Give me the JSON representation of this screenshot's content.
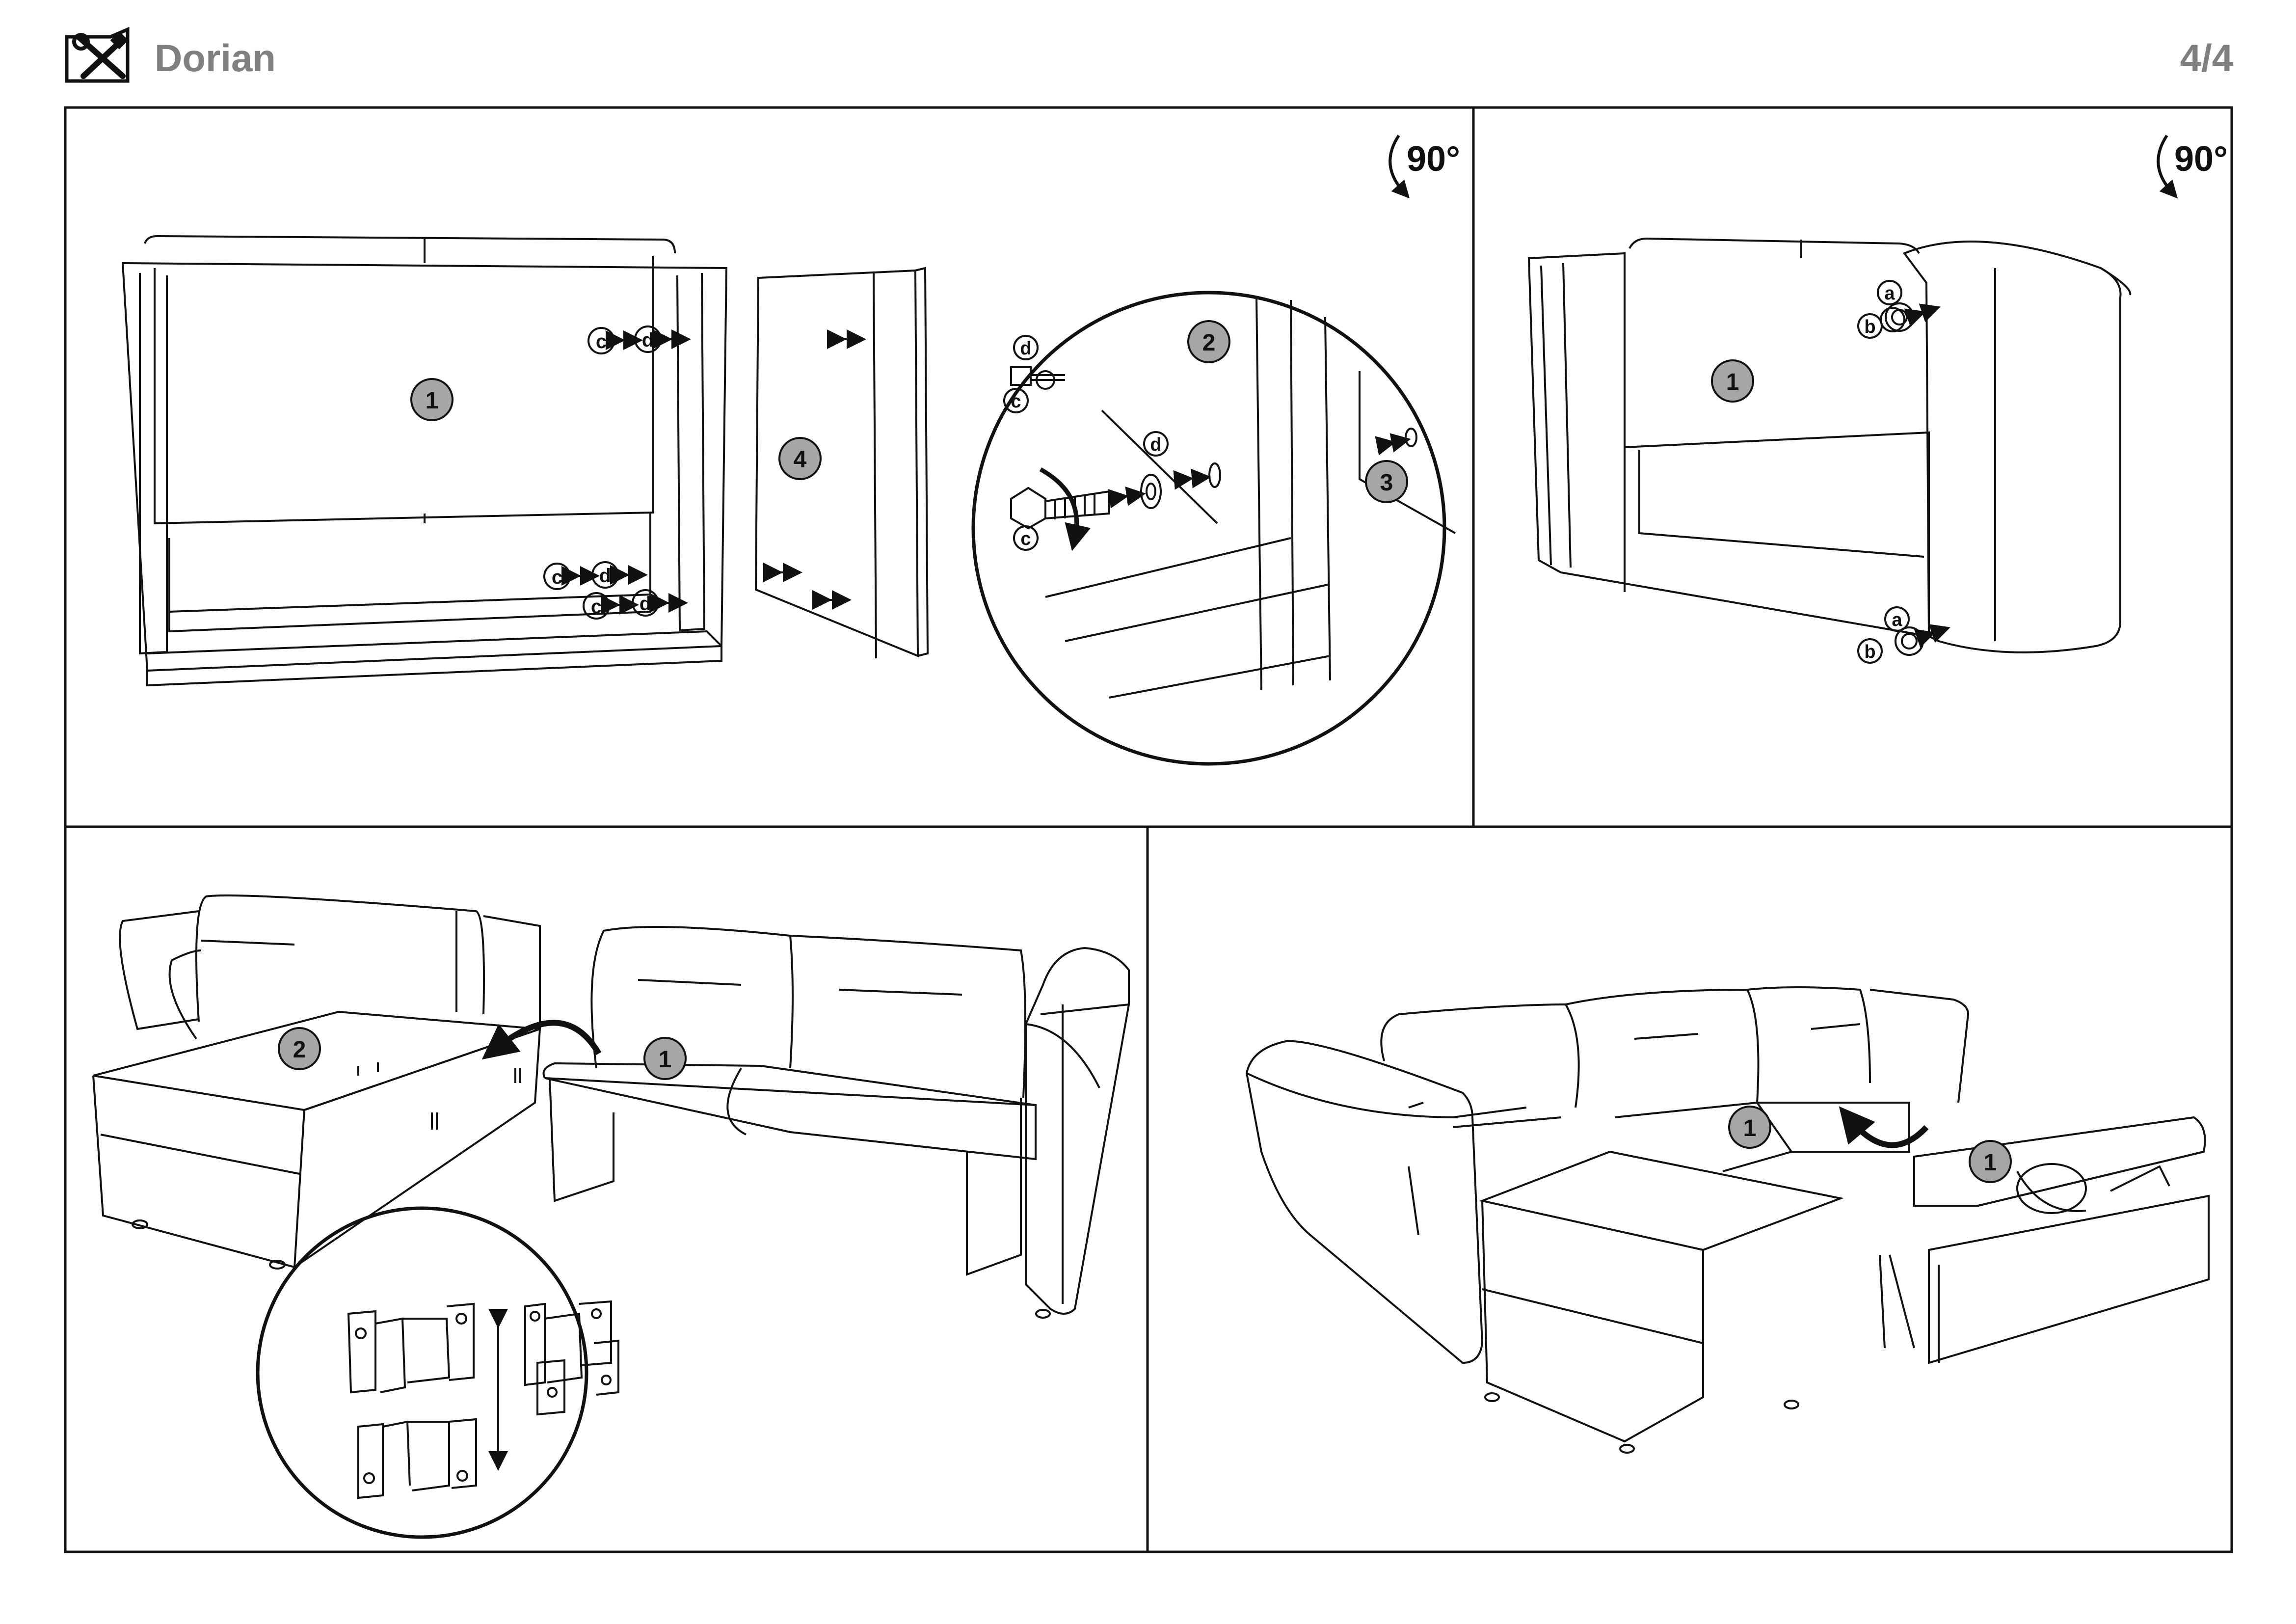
{
  "header": {
    "title": "Dorian",
    "page": "4/4",
    "icon": "tools-icon"
  },
  "panels": {
    "top_left": {
      "rotation": "90°",
      "labels": {
        "part1": "1",
        "part2": "2",
        "part3": "3",
        "part4": "4",
        "c": "c",
        "d": "d"
      }
    },
    "top_right": {
      "rotation": "90°",
      "labels": {
        "part1": "1",
        "a": "a",
        "b": "b"
      }
    },
    "bottom_left": {
      "labels": {
        "part1": "1",
        "part2": "2"
      }
    },
    "bottom_right": {
      "labels": {
        "part1": "1"
      }
    }
  },
  "colors": {
    "line": "#111111",
    "badge_fill": "#a6a6a6",
    "title_gray": "#808080"
  }
}
